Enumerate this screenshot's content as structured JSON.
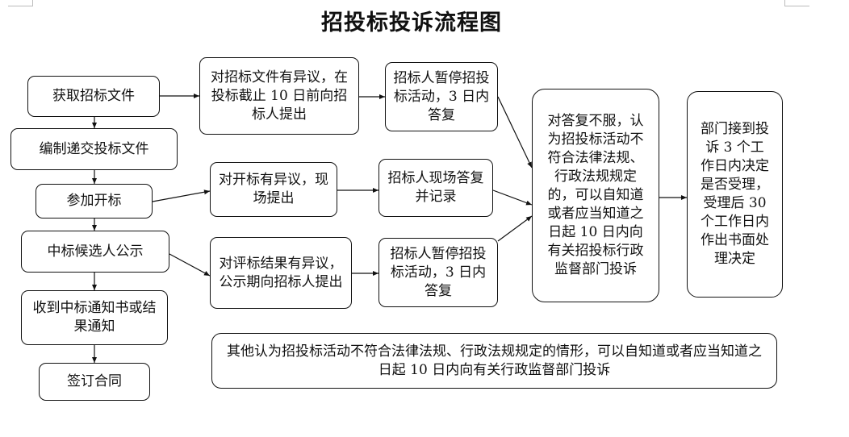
{
  "title": "招投标投诉流程图",
  "left_column": {
    "step1": "获取招标文件",
    "step2": "编制递交投标文件",
    "step3": "参加开标",
    "step4": "中标候选人公示",
    "step5": "收到中标通知书或结果通知",
    "step6": "签订合同"
  },
  "objections": {
    "bid_documents": "对招标文件有异议，在投标截止 10 日前向招标人提出",
    "bid_opening": "对开标有异议，现场提出",
    "evaluation_result": "对评标结果有异议，公示期向招标人提出"
  },
  "responses": {
    "bid_documents": "招标人暂停招投标活动，3 日内答复",
    "bid_opening": "招标人现场答复并记录",
    "evaluation_result": "招标人暂停招投标活动，3 日内答复"
  },
  "complaint": "对答复不服，认为招投标活动不符合法律法规、行政法规规定的，可以自知道或者应当知道之日起 10 日内向有关招投标行政监督部门投诉",
  "decision": "部门接到投诉 3 个工作日内决定是否受理，受理后 30 个工作日内作出书面处理决定",
  "other_note": "其他认为招投标活动不符合法律法规、行政法规规定的情形，可以自知道或者应当知道之日起 10 日内向有关行政监督部门投诉"
}
